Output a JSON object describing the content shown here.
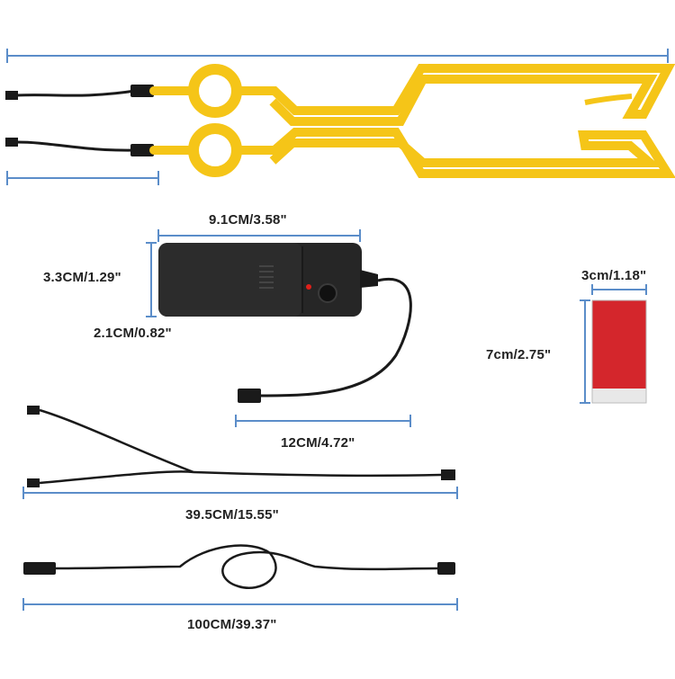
{
  "colors": {
    "el_wire": "#f5c518",
    "el_wire_edge": "#e2a800",
    "dimension_line": "#5b8dc9",
    "cable": "#1a1a1a",
    "inverter_body": "#222222",
    "indicator_led": "#e0201a",
    "tape_red": "#d4262c",
    "tape_backing": "#e8e8e8",
    "text": "#222222"
  },
  "labels": {
    "inverter_width": "9.1CM/3.58\"",
    "inverter_height": "3.3CM/1.29\"",
    "inverter_depth": "2.1CM/0.82\"",
    "inverter_cable": "12CM/4.72\"",
    "tape_width": "3cm/1.18\"",
    "tape_height": "7cm/2.75\"",
    "splitter_cable": "39.5CM/15.55\"",
    "extension_cable": "100CM/39.37\""
  }
}
